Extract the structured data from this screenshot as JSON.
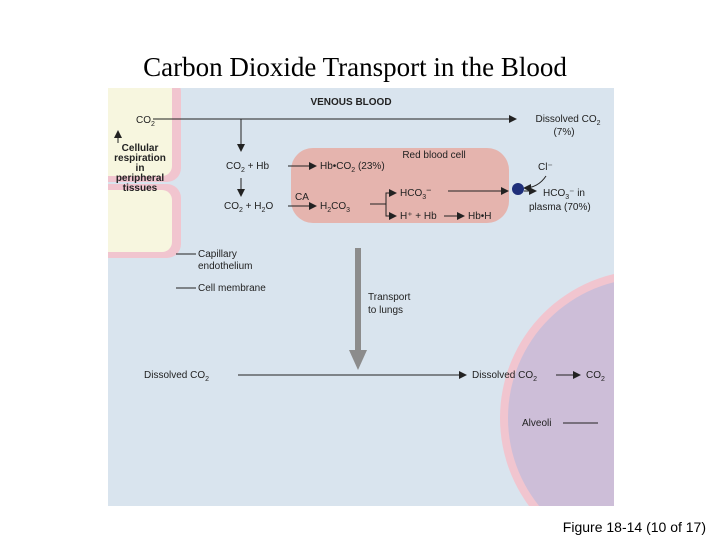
{
  "title": "Carbon Dioxide Transport in the Blood",
  "caption": "Figure 18-14 (10 of 17)",
  "diagram": {
    "header": "VENOUS BLOOD",
    "co2_left": "CO",
    "co2_sub": "2",
    "cellular_respiration": [
      "Cellular",
      "respiration",
      "in",
      "peripheral",
      "tissues"
    ],
    "dissolved_top": "Dissolved CO",
    "dissolved_top_sub": "2",
    "dissolved_top_pct": "(7%)",
    "rbc_label": "Red blood cell",
    "co2_hb": "CO",
    "co2_hb_sub": "2",
    "co2_hb_rest": " + Hb",
    "hbco2": "Hb•CO",
    "hbco2_sub": "2",
    "hbco2_pct": " (23%)",
    "cl": "Cl⁻",
    "ca": "CA",
    "co2_h2o_a": "CO",
    "co2_h2o_sub1": "2",
    "co2_h2o_b": " + H",
    "co2_h2o_sub2": "2",
    "co2_h2o_c": "O",
    "h2co3_a": "H",
    "h2co3_sub1": "2",
    "h2co3_b": "CO",
    "h2co3_sub2": "3",
    "hco3": "HCO",
    "hco3_sub": "3",
    "hco3_sup": "−",
    "h_hb": "H⁺ + Hb",
    "hbh": "Hb•H",
    "hco3_plasma_a": "HCO",
    "hco3_plasma_sub": "3",
    "hco3_plasma_b": "⁻ in",
    "hco3_plasma_c": "plasma (70%)",
    "capillary_endothelium": [
      "Capillary",
      "endothelium"
    ],
    "cell_membrane": "Cell membrane",
    "transport": [
      "Transport",
      "to lungs"
    ],
    "dissolved_bottom_left": "Dissolved CO",
    "dissolved_bottom_left_sub": "2",
    "dissolved_bottom_right": "Dissolved CO",
    "dissolved_bottom_right_sub": "2",
    "co2_right": "CO",
    "co2_right_sub": "2",
    "alveoli": "Alveoli"
  },
  "colors": {
    "plasma": "#d9e4ee",
    "tissue_fill": "#f7f6df",
    "membrane": "#f1c5cf",
    "rbc": "#e5b4ae",
    "alveolus_fill": "#cdbed8",
    "transport_arrow": "#8c8c8c",
    "cl_dot": "#1f2f7a"
  }
}
